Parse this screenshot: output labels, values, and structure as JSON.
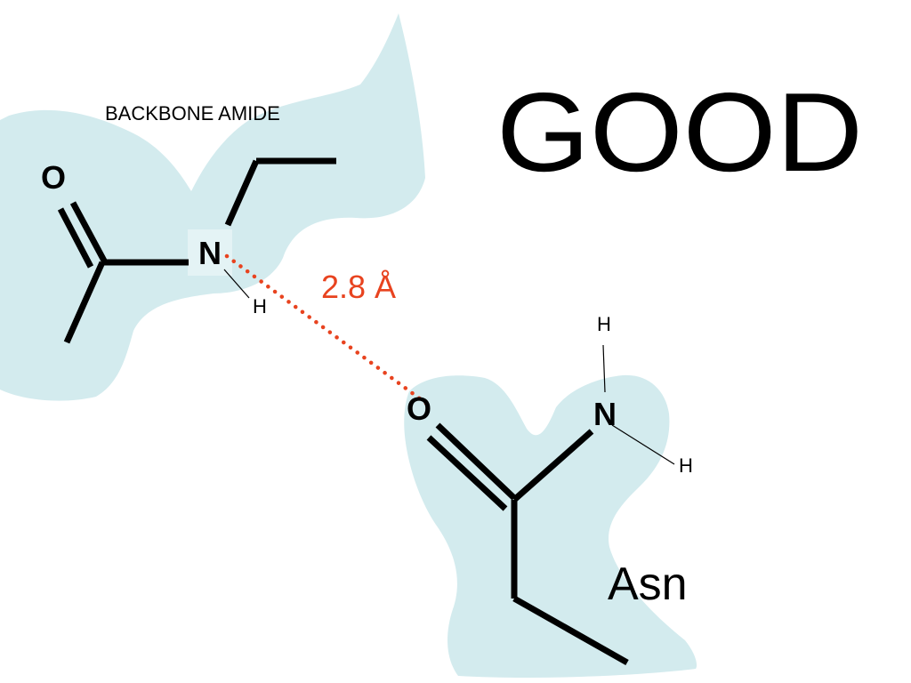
{
  "title": "GOOD",
  "backbone": {
    "label": "BACKBONE AMIDE",
    "atoms": {
      "o": "O",
      "n": "N",
      "h": "H"
    }
  },
  "sidechain": {
    "label": "Asn",
    "atoms": {
      "o": "O",
      "n": "N",
      "h1": "H",
      "h2": "H"
    }
  },
  "hbond": {
    "distance_label": "2.8 Å"
  },
  "colors": {
    "blob": "#d3ebee",
    "bond": "#000000",
    "hbond": "#e8431f",
    "text": "#000000"
  }
}
